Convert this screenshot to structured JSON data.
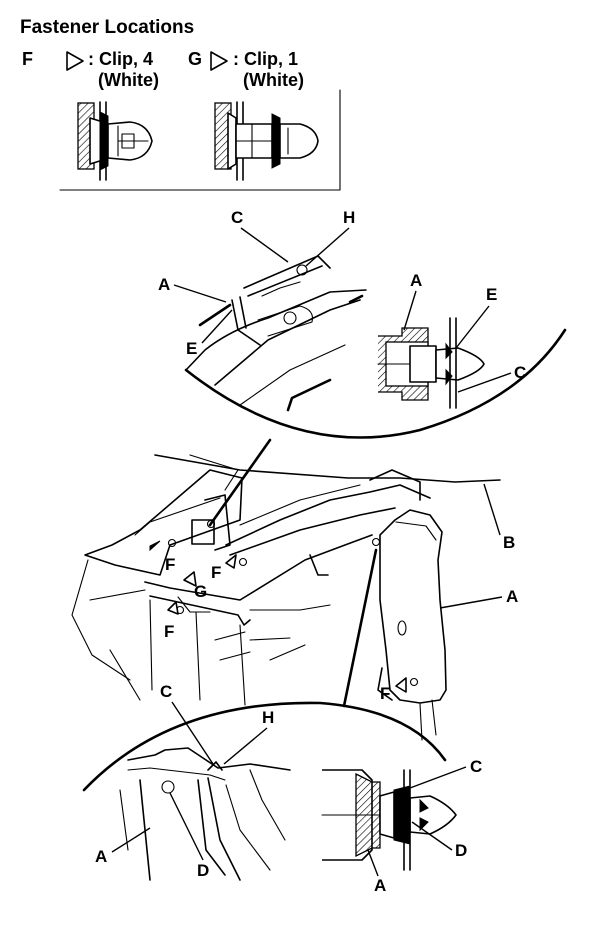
{
  "title": "Fastener Locations",
  "legend": [
    {
      "letter": "F",
      "text": ": Clip, 4",
      "sub": "(White)"
    },
    {
      "letter": "G",
      "text": ": Clip, 1",
      "sub": "(White)"
    }
  ],
  "labels": {
    "top_detail": {
      "c": "C",
      "h": "H",
      "a": "A",
      "e": "E"
    },
    "right_detail": {
      "a": "A",
      "e": "E",
      "c": "C"
    },
    "main": {
      "b": "B",
      "a": "A",
      "f1": "F",
      "f2": "F",
      "f3": "F",
      "f4": "F",
      "g": "G"
    },
    "bottom_detail": {
      "c": "C",
      "h": "H",
      "a": "A",
      "d": "D"
    },
    "bottom_clip": {
      "c": "C",
      "d": "D",
      "a": "A"
    }
  },
  "icons": [
    "triangle-marker-icon"
  ]
}
